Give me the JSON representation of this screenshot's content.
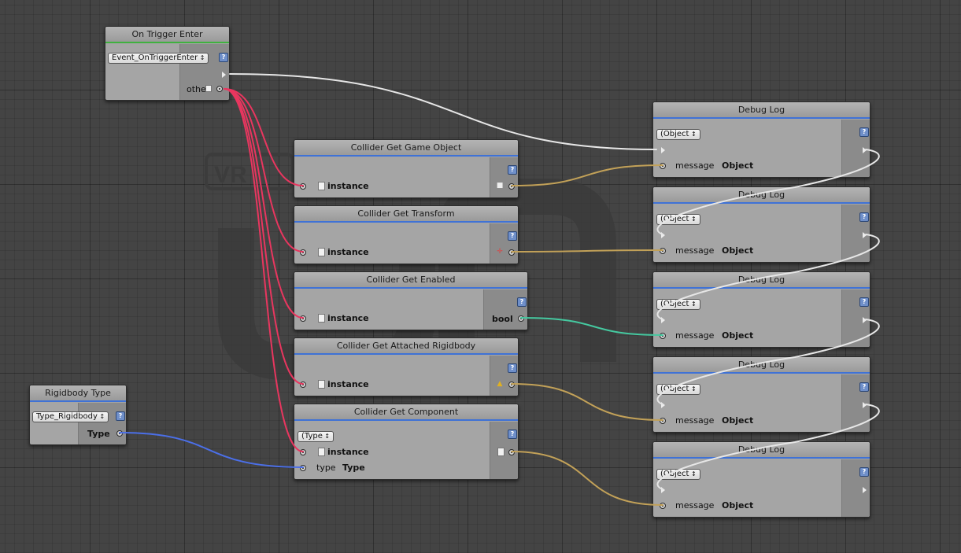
{
  "colors": {
    "background": "#444444",
    "node_body": "#a5a5a5",
    "title_bar_accent": "#3f72d6",
    "event_bar_accent": "#3fb13f",
    "wire_flow": "#e6e6e6",
    "wire_collider": "#e8365f",
    "wire_object": "#c2a158",
    "wire_bool": "#45c9a0",
    "wire_type": "#4b6fe8"
  },
  "watermark": {
    "label": "VR"
  },
  "nodes": {
    "trigger": {
      "title": "On Trigger Enter",
      "dropdown": "Event_OnTriggerEnter",
      "out_label": "othe"
    },
    "rigidbody": {
      "title": "Rigidbody Type",
      "dropdown": "Type_Rigidbody",
      "out_label": "Type"
    },
    "get_gameobject": {
      "title": "Collider Get Game Object",
      "in_label": "instance"
    },
    "get_transform": {
      "title": "Collider Get Transform",
      "in_label": "instance"
    },
    "get_enabled": {
      "title": "Collider Get Enabled",
      "in_label": "instance",
      "out_label": "bool"
    },
    "get_rigidbody": {
      "title": "Collider Get Attached Rigidbody",
      "in_label": "instance"
    },
    "get_component": {
      "title": "Collider Get Component",
      "dropdown": "(Type",
      "in_label": "instance",
      "type_label": "type",
      "type_value": "Type"
    },
    "debug_logs": [
      {
        "title": "Debug Log",
        "dropdown": "(Object",
        "msg_label": "message",
        "msg_type": "Object"
      },
      {
        "title": "Debug Log",
        "dropdown": "(Object",
        "msg_label": "message",
        "msg_type": "Object"
      },
      {
        "title": "Debug Log",
        "dropdown": "(Object",
        "msg_label": "message",
        "msg_type": "Object"
      },
      {
        "title": "Debug Log",
        "dropdown": "(Object",
        "msg_label": "message",
        "msg_type": "Object"
      },
      {
        "title": "Debug Log",
        "dropdown": "(Object",
        "msg_label": "message",
        "msg_type": "Object"
      }
    ]
  }
}
